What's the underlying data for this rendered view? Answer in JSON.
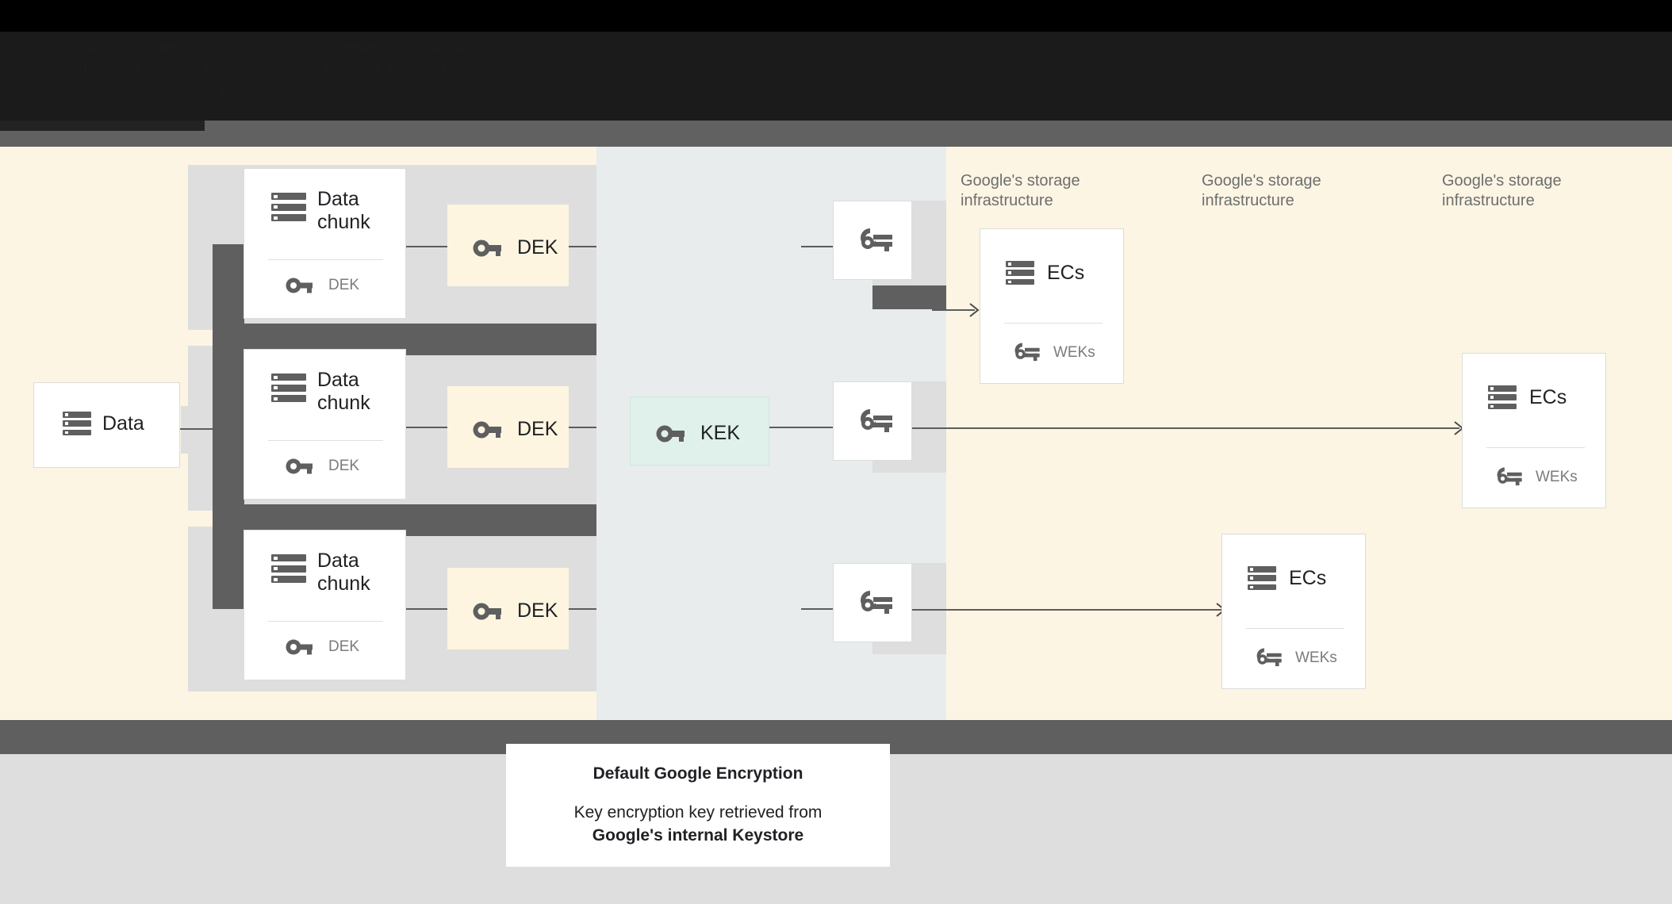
{
  "header": {
    "lines": [
      "Data      Chunks          Keys                    Wrapped keys stored with",
      "data      in transit      Encrypted               the chunk, managed with",
      "Google's  storage         Keystore                an ACL on every chunk"
    ],
    "note": "header text is rendered dark-on-black and is largely illegible in the source image"
  },
  "diagram": {
    "source_box": {
      "label": "Data",
      "icon": "server-icon"
    },
    "chunks": [
      {
        "title": "Data\nchunk",
        "key_label": "DEK",
        "icon": "server-icon",
        "key_icon": "key-icon"
      },
      {
        "title": "Data\nchunk",
        "key_label": "DEK",
        "icon": "server-icon",
        "key_icon": "key-icon"
      },
      {
        "title": "Data\nchunk",
        "key_label": "DEK",
        "icon": "server-icon",
        "key_icon": "key-icon"
      }
    ],
    "deks": [
      {
        "label": "DEK",
        "icon": "key-icon"
      },
      {
        "label": "DEK",
        "icon": "key-icon"
      },
      {
        "label": "DEK",
        "icon": "key-icon"
      }
    ],
    "kek": {
      "label": "KEK",
      "icon": "key-icon"
    },
    "wrapped_keys": [
      {
        "icon": "wrapped-key-icon"
      },
      {
        "icon": "wrapped-key-icon"
      },
      {
        "icon": "wrapped-key-icon"
      }
    ],
    "storage_labels": [
      "Google's storage\ninfrastructure",
      "Google's storage\ninfrastructure",
      "Google's storage\ninfrastructure"
    ],
    "ec_boxes": [
      {
        "title": "ECs",
        "key_label": "WEKs",
        "icon": "server-icon",
        "key_icon": "wrapped-key-icon"
      },
      {
        "title": "ECs",
        "key_label": "WEKs",
        "icon": "server-icon",
        "key_icon": "wrapped-key-icon"
      },
      {
        "title": "ECs",
        "key_label": "WEKs",
        "icon": "server-icon",
        "key_icon": "wrapped-key-icon"
      }
    ]
  },
  "caption": {
    "title": "Default Google Encryption",
    "body_prefix": "Key encryption key retrieved from",
    "body_bold": "Google's internal Keystore"
  },
  "colors": {
    "cream": "#fcf5e3",
    "mid_panel": "#e8ecec",
    "shadow_gray": "#dedede",
    "dark_band": "#5f5f5f",
    "kek_green": "#dff1ea",
    "dek_cream": "#fdf5e0",
    "icon_gray": "#5f5f5f",
    "text_dark": "#202124",
    "text_muted": "#7b7b7b"
  }
}
